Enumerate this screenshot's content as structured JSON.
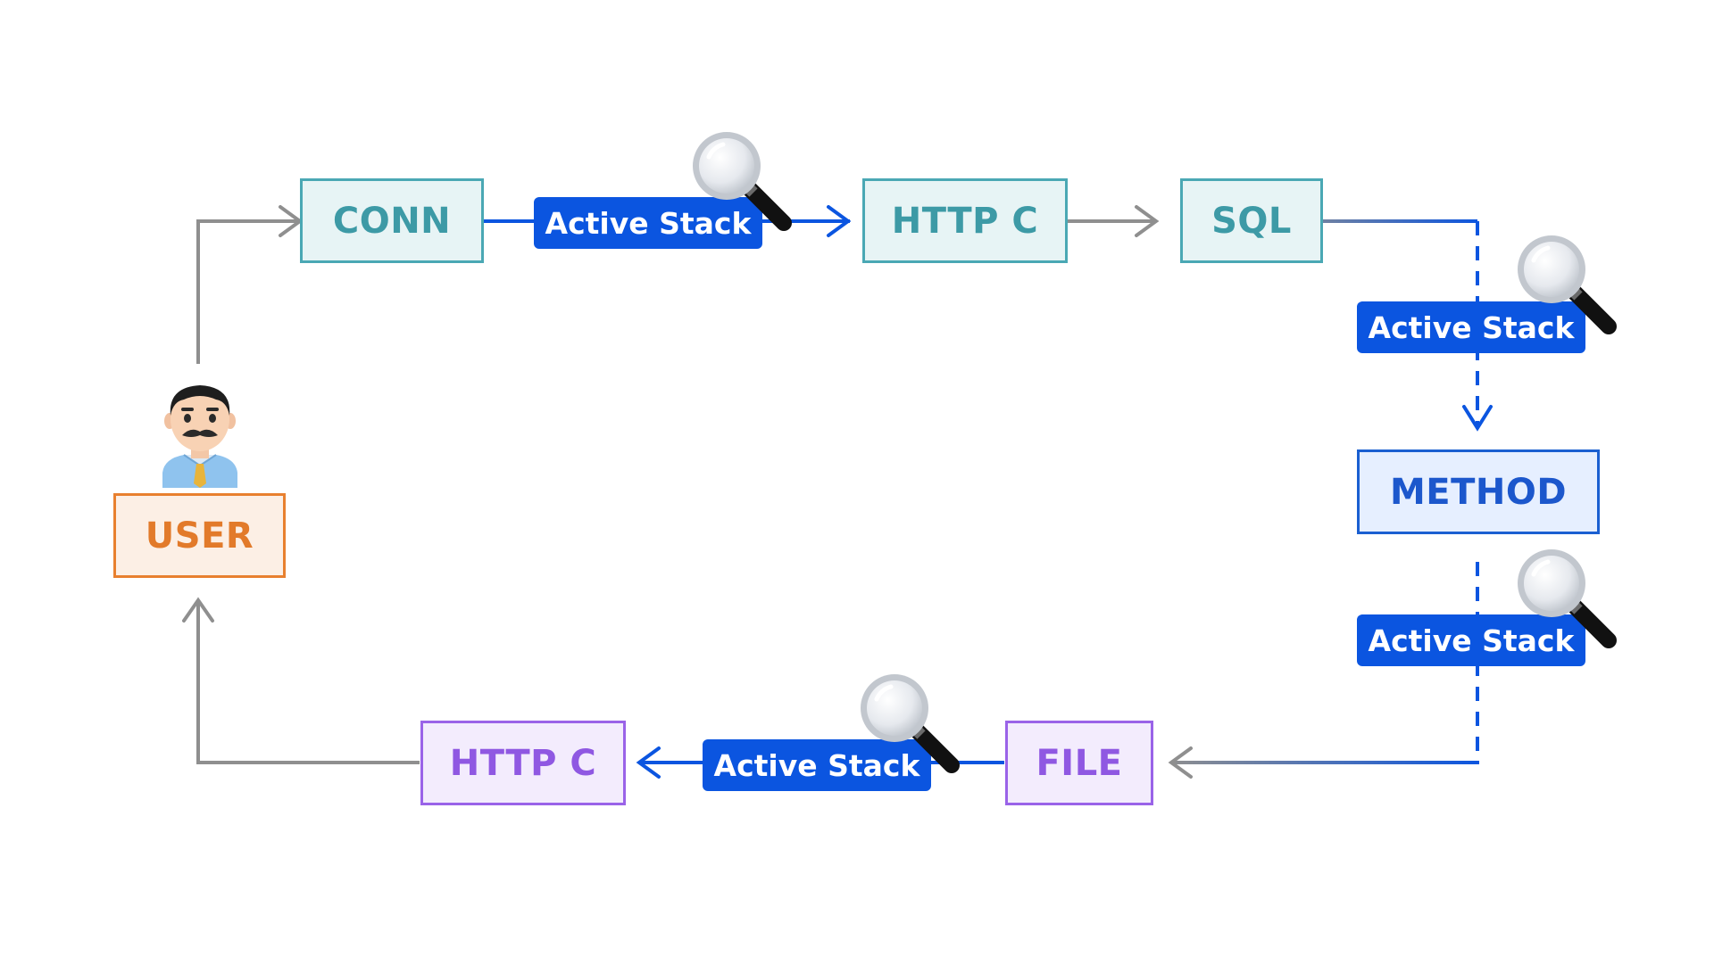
{
  "nodes": {
    "user": "USER",
    "conn": "CONN",
    "http_top": "HTTP C",
    "sql": "SQL",
    "method": "METHOD",
    "file": "FILE",
    "http_bottom": "HTTP C"
  },
  "badges": {
    "top": "Active Stack",
    "right_upper": "Active Stack",
    "right_lower": "Active Stack",
    "bottom": "Active Stack"
  },
  "icons": {
    "user": "man-office-worker-icon",
    "lens": "magnifying-glass-icon"
  },
  "colors": {
    "gray_arrow": "#8f8f8f",
    "active_blue": "#0b55e0",
    "teal": "#4aa8b4",
    "orange": "#e8802f",
    "method_blue": "#1a5fd1",
    "purple": "#9a63e8"
  }
}
